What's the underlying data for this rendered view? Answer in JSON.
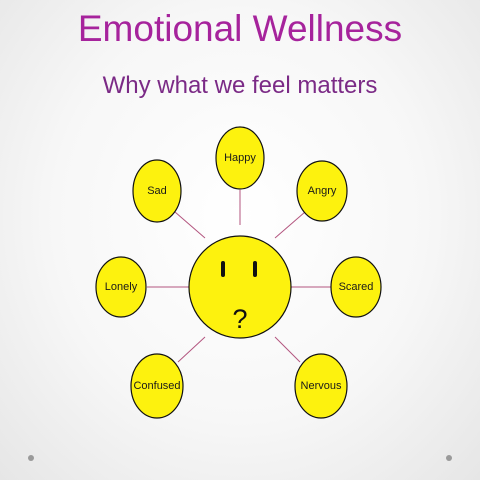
{
  "title": "Emotional Wellness",
  "subtitle": "Why what we feel matters",
  "center": {
    "symbol": "?"
  },
  "emotions": [
    {
      "label": "Happy"
    },
    {
      "label": "Angry"
    },
    {
      "label": "Scared"
    },
    {
      "label": "Nervous"
    },
    {
      "label": "Confused"
    },
    {
      "label": "Lonely"
    },
    {
      "label": "Sad"
    }
  ],
  "colors": {
    "title": "#a6239c",
    "subtitle": "#7b2a86",
    "node_fill": "#fdf20e",
    "node_stroke": "#111111",
    "connector": "#b3557f"
  }
}
